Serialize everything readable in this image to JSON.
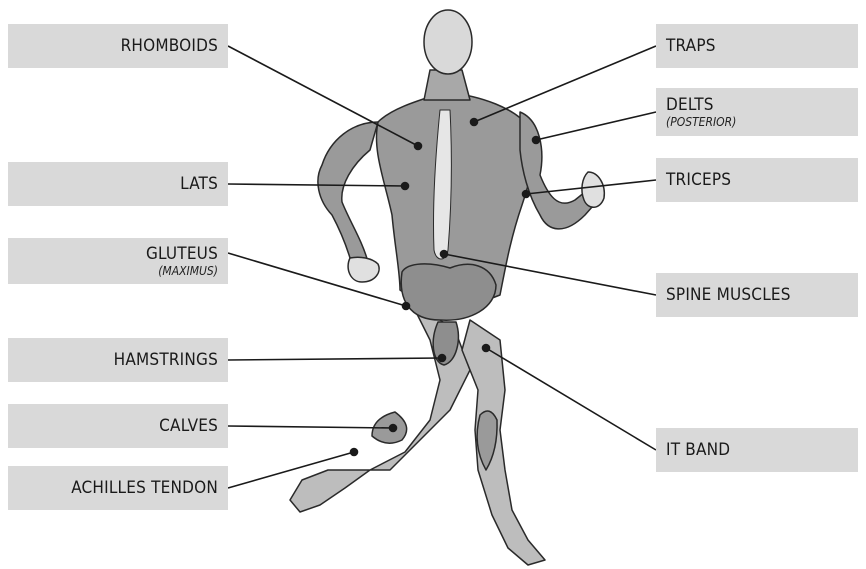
{
  "labels_left": [
    {
      "name": "RHOMBOIDS",
      "sub": ""
    },
    {
      "name": "LATS",
      "sub": ""
    },
    {
      "name": "GLUTEUS",
      "sub": "(MAXIMUS)"
    },
    {
      "name": "HAMSTRINGS",
      "sub": ""
    },
    {
      "name": "CALVES",
      "sub": ""
    },
    {
      "name": "ACHILLES TENDON",
      "sub": ""
    }
  ],
  "labels_right": [
    {
      "name": "TRAPS",
      "sub": ""
    },
    {
      "name": "DELTS",
      "sub": "(POSTERIOR)"
    },
    {
      "name": "TRICEPS",
      "sub": ""
    },
    {
      "name": "SPINE MUSCLES",
      "sub": ""
    },
    {
      "name": "IT BAND",
      "sub": ""
    }
  ],
  "colors": {
    "label_box": "#d9d9d9",
    "muscle": "#9a9a9a",
    "muscle_light": "#c4c4c4",
    "outline": "#2a2a2a",
    "leader": "#1a1a1a"
  }
}
